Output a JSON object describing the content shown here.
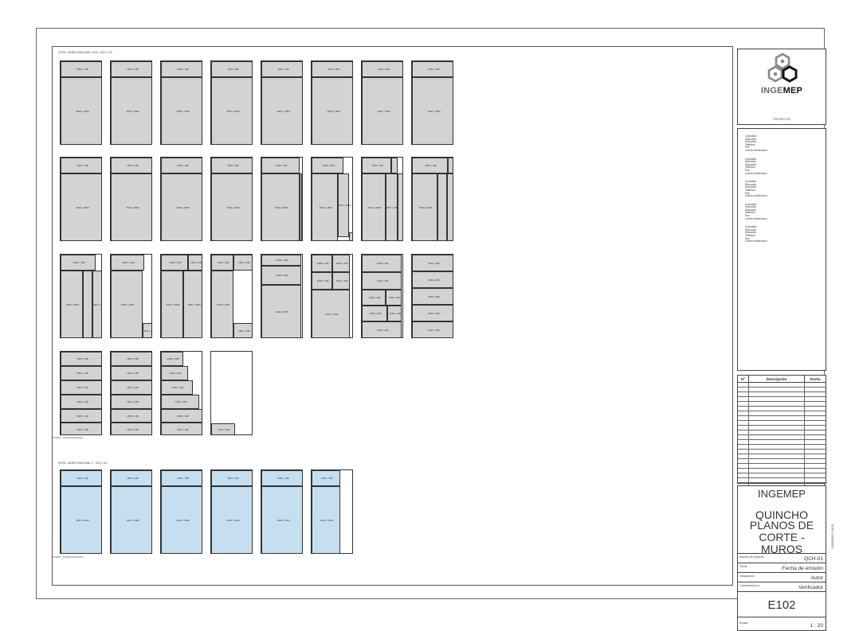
{
  "view_titles": {
    "top": "VISTA - MURO DIAGONAL VIGA - ESC 1:20",
    "bottom": "VISTA - MURO DIAGONAL 2 - ESC 1:20"
  },
  "piece_label": "1500 x 480",
  "piece_label_large": "1500 x 2500",
  "schedule_labels": {
    "top": "CORTE - MURO DIAGONAL",
    "bottom": "CORTE - MURO DIAGONAL"
  },
  "title_block": {
    "company_logo": "INGEMEP",
    "project_label": "PROYECTOS",
    "contacts": [
      [
        "Consultor",
        "Dirección",
        "Dirección",
        "Teléfono",
        "Fax",
        "Correo electrónico"
      ],
      [
        "Consultor",
        "Dirección",
        "Dirección",
        "Teléfono",
        "Fax",
        "Correo electrónico"
      ],
      [
        "Consultor",
        "Dirección",
        "Dirección",
        "Teléfono",
        "Fax",
        "Correo electrónico"
      ],
      [
        "Consultor",
        "Dirección",
        "Dirección",
        "Teléfono",
        "Fax",
        "Correo electrónico"
      ],
      [
        "Consultor",
        "Dirección",
        "Dirección",
        "Teléfono",
        "Fax",
        "Correo electrónico"
      ]
    ],
    "revision_headers": {
      "number": "Nº",
      "description": "Descripción",
      "date": "Fecha"
    },
    "company": "INGEMEP",
    "project": "QUINCHO",
    "drawing_title": "PLANOS DE CORTE - MUROS",
    "project_number_label": "Número de proyecto",
    "project_number": "QCH-01",
    "date_label": "Fecha",
    "date": "Fecha de emisión",
    "drawn_by_label": "Dibujado por",
    "drawn_by": "Autor",
    "checked_by_label": "Comprobado por",
    "checked_by": "Verificador",
    "sheet_number": "E102",
    "scale_label": "Escala",
    "scale": "1 : 20"
  },
  "side_code": "12/04/2023 11:28:21"
}
